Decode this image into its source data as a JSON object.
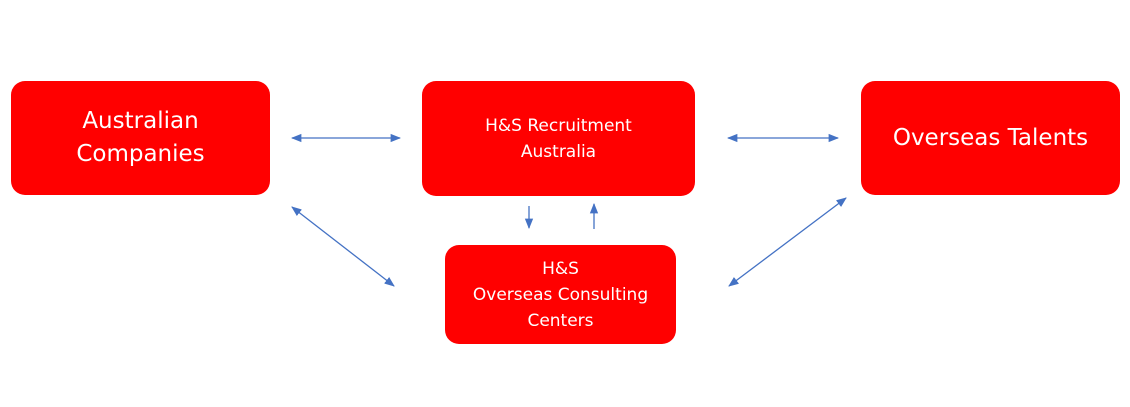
{
  "colors": {
    "node_fill": "#ff0000",
    "node_text": "#ffffff",
    "arrow": "#4472c4",
    "background": "#ffffff"
  },
  "nodes": {
    "australian_companies": "Australian\nCompanies",
    "hs_recruitment": "H&S Recruitment\nAustralia",
    "overseas_talents": "Overseas Talents",
    "hs_overseas_centers": "H&S\nOverseas Consulting\nCenters"
  },
  "edges": [
    {
      "from": "australian_companies",
      "to": "hs_recruitment",
      "direction": "both"
    },
    {
      "from": "hs_recruitment",
      "to": "overseas_talents",
      "direction": "both"
    },
    {
      "from": "hs_recruitment",
      "to": "hs_overseas_centers",
      "direction": "forward"
    },
    {
      "from": "hs_overseas_centers",
      "to": "hs_recruitment",
      "direction": "forward"
    },
    {
      "from": "australian_companies",
      "to": "hs_overseas_centers",
      "direction": "both"
    },
    {
      "from": "hs_overseas_centers",
      "to": "overseas_talents",
      "direction": "both"
    }
  ]
}
